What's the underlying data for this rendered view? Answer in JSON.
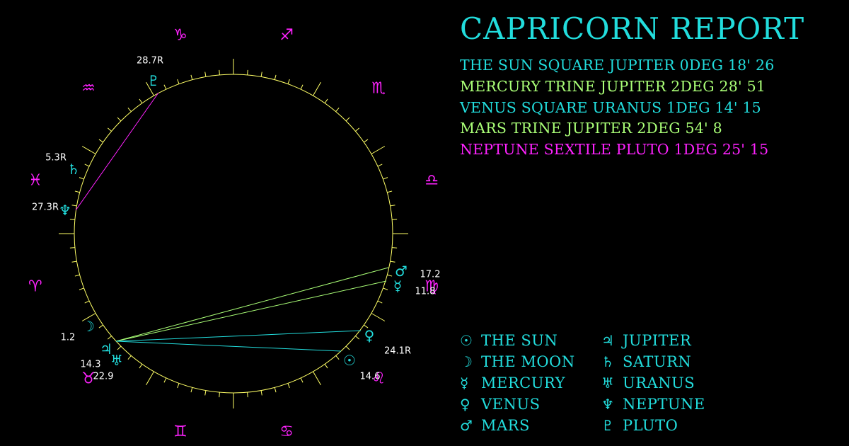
{
  "title": "CAPRICORN REPORT",
  "colors": {
    "background": "#000000",
    "wheel": "#ffff66",
    "sign": "#ff22ff",
    "planet": "#22dddd",
    "label": "#ffffff",
    "aspect_square": "#22dddd",
    "aspect_trine": "#aaff77",
    "aspect_sextile": "#ff22ff"
  },
  "aspects": [
    {
      "text": "THE SUN SQUARE JUPITER 0DEG 18' 26",
      "color": "#22dddd"
    },
    {
      "text": "MERCURY TRINE JUPITER 2DEG 28' 51",
      "color": "#aaff77"
    },
    {
      "text": "VENUS SQUARE URANUS 1DEG 14' 15",
      "color": "#22dddd"
    },
    {
      "text": "MARS TRINE JUPITER 2DEG 54' 8",
      "color": "#aaff77"
    },
    {
      "text": "NEPTUNE SEXTILE PLUTO 1DEG 25' 15",
      "color": "#ff22ff"
    }
  ],
  "legend": [
    {
      "glyph": "☉",
      "icon": "sun-icon",
      "label": "THE SUN"
    },
    {
      "glyph": "☽",
      "icon": "moon-icon",
      "label": "THE MOON"
    },
    {
      "glyph": "☿",
      "icon": "mercury-icon",
      "label": "MERCURY"
    },
    {
      "glyph": "♀",
      "icon": "venus-icon",
      "label": "VENUS"
    },
    {
      "glyph": "♂",
      "icon": "mars-icon",
      "label": "MARS"
    },
    {
      "glyph": "♃",
      "icon": "jupiter-icon",
      "label": "JUPITER"
    },
    {
      "glyph": "♄",
      "icon": "saturn-icon",
      "label": "SATURN"
    },
    {
      "glyph": "♅",
      "icon": "uranus-icon",
      "label": "URANUS"
    },
    {
      "glyph": "♆",
      "icon": "neptune-icon",
      "label": "NEPTUNE"
    },
    {
      "glyph": "♇",
      "icon": "pluto-icon",
      "label": "PLUTO"
    }
  ],
  "wheel": {
    "signs": [
      {
        "glyph": "♑",
        "icon": "capricorn-icon"
      },
      {
        "glyph": "♐",
        "icon": "sagittarius-icon"
      },
      {
        "glyph": "♏",
        "icon": "scorpio-icon"
      },
      {
        "glyph": "♎",
        "icon": "libra-icon"
      },
      {
        "glyph": "♍",
        "icon": "virgo-icon"
      },
      {
        "glyph": "♌",
        "icon": "leo-icon"
      },
      {
        "glyph": "♋",
        "icon": "cancer-icon"
      },
      {
        "glyph": "♊",
        "icon": "gemini-icon"
      },
      {
        "glyph": "♉",
        "icon": "taurus-icon"
      },
      {
        "glyph": "♈",
        "icon": "aries-icon"
      },
      {
        "glyph": "♓",
        "icon": "pisces-icon"
      },
      {
        "glyph": "♒",
        "icon": "aquarius-icon"
      }
    ],
    "planets": [
      {
        "id": "pluto",
        "glyph": "♇",
        "icon": "pluto-icon",
        "label": "28.7R"
      },
      {
        "id": "saturn",
        "glyph": "♄",
        "icon": "saturn-icon",
        "label": "5.3R"
      },
      {
        "id": "neptune",
        "glyph": "♆",
        "icon": "neptune-icon",
        "label": "27.3R"
      },
      {
        "id": "mars",
        "glyph": "♂",
        "icon": "mars-icon",
        "label": "17.2"
      },
      {
        "id": "mercury",
        "glyph": "☿",
        "icon": "mercury-icon",
        "label": "11.8"
      },
      {
        "id": "venus",
        "glyph": "♀",
        "icon": "venus-icon",
        "label": "24.1R"
      },
      {
        "id": "sun",
        "glyph": "☉",
        "icon": "sun-icon",
        "label": "14.6"
      },
      {
        "id": "moon",
        "glyph": "☽",
        "icon": "moon-icon",
        "label": "1.2"
      },
      {
        "id": "jupiter",
        "glyph": "♃",
        "icon": "jupiter-icon",
        "label": "14.3"
      },
      {
        "id": "uranus",
        "glyph": "♅",
        "icon": "uranus-icon",
        "label": "22.9"
      }
    ],
    "aspect_lines": [
      {
        "from": "pluto",
        "to": "neptune",
        "color": "#ff22ff"
      },
      {
        "from": "jupiter",
        "to": "mars",
        "color": "#aaff77"
      },
      {
        "from": "jupiter",
        "to": "mercury",
        "color": "#aaff77"
      },
      {
        "from": "uranus",
        "to": "venus",
        "color": "#22dddd"
      },
      {
        "from": "jupiter",
        "to": "sun",
        "color": "#22dddd"
      }
    ]
  }
}
